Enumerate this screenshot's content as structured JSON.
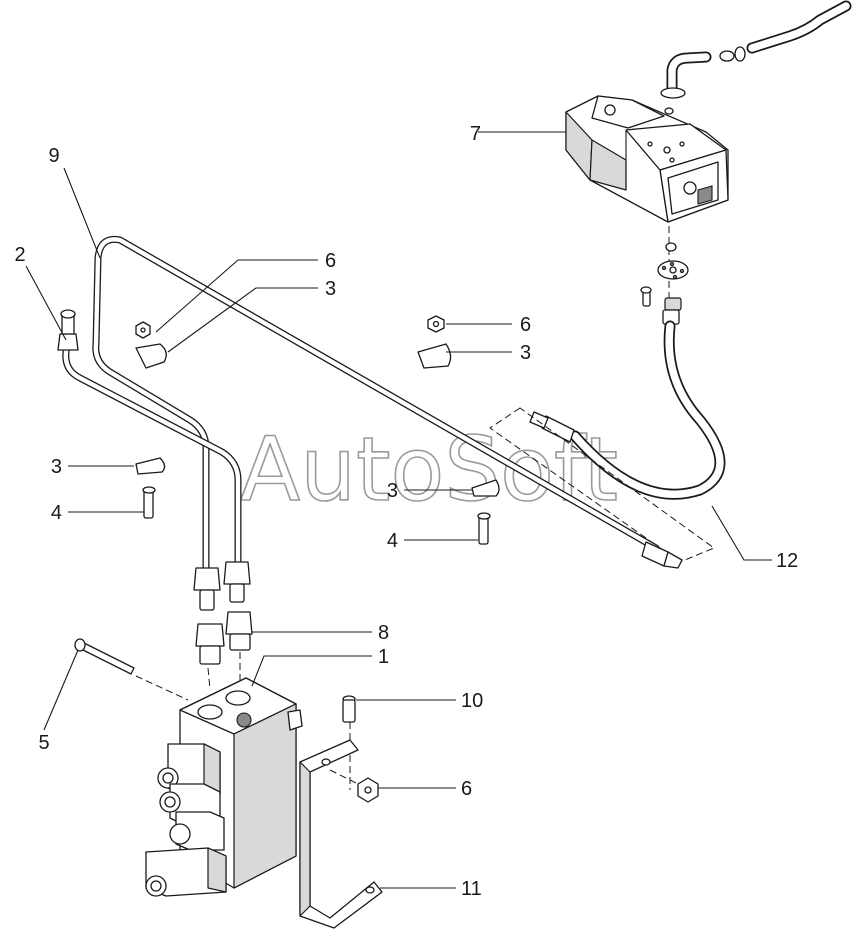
{
  "diagram": {
    "watermark": "AutoSoft",
    "callouts": {
      "c1": "1",
      "c2": "2",
      "c3a": "3",
      "c3b": "3",
      "c3c": "3",
      "c3d": "3",
      "c4a": "4",
      "c4b": "4",
      "c5": "5",
      "c6a": "6",
      "c6b": "6",
      "c6c": "6",
      "c7": "7",
      "c8": "8",
      "c9": "9",
      "c10": "10",
      "c11": "11",
      "c12": "12"
    }
  }
}
